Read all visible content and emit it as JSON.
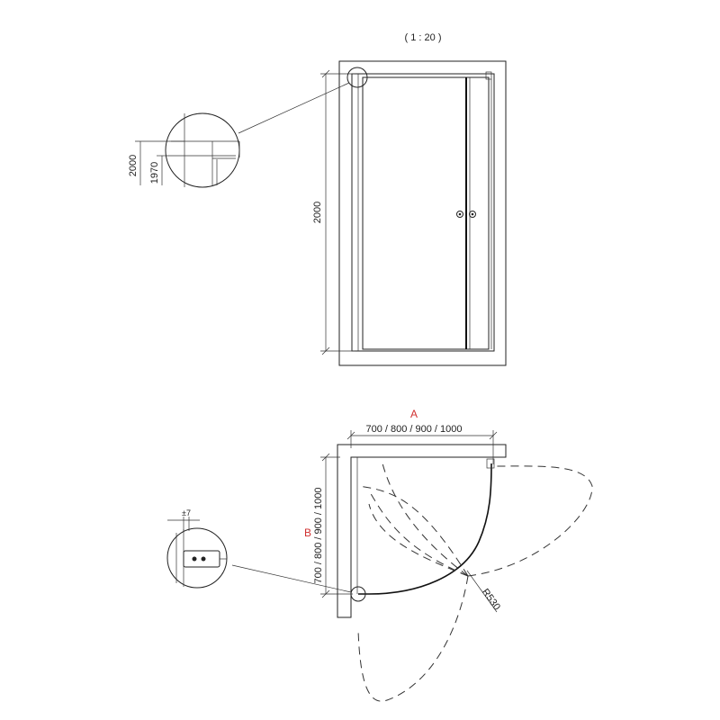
{
  "scale_label": "( 1 : 20 )",
  "front_view": {
    "height_dim": "2000",
    "detail": {
      "outer_dim": "2000",
      "inner_dim": "1970"
    }
  },
  "plan_view": {
    "label_a": "A",
    "label_b": "B",
    "width_dim": "700 / 800 / 900 / 1000",
    "depth_dim": "700 / 800 / 900 / 1000",
    "radius": "R530",
    "detail": {
      "tolerance": "±7"
    }
  },
  "colors": {
    "line": "#222222",
    "label_red": "#d03030"
  }
}
